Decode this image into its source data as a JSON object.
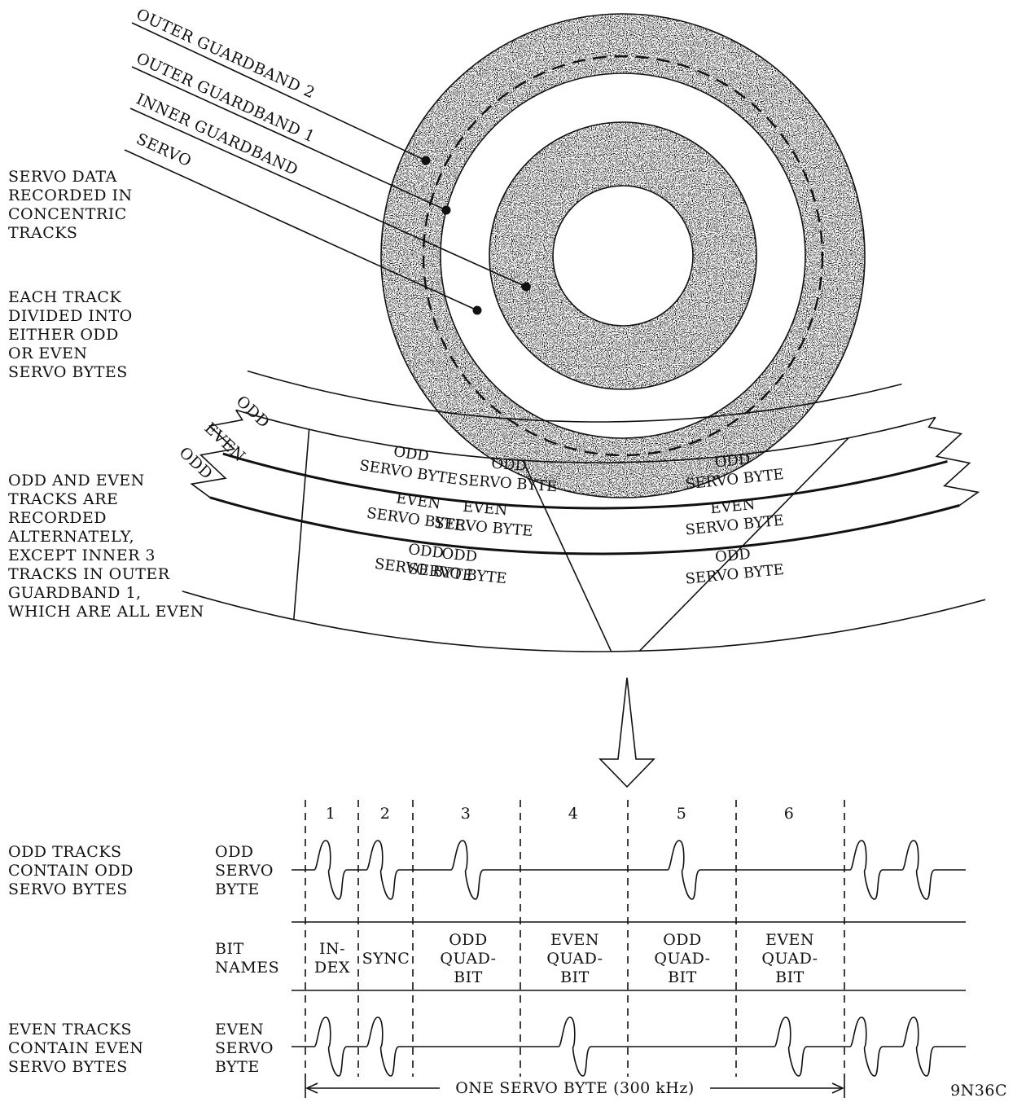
{
  "disk": {
    "callouts": [
      "OUTER GUARDBAND 2",
      "OUTER GUARDBAND 1",
      "INNER GUARDBAND",
      "SERVO"
    ]
  },
  "left_notes": {
    "servo_data": [
      "SERVO DATA",
      "RECORDED IN",
      "CONCENTRIC",
      "TRACKS"
    ],
    "each_track": [
      "EACH TRACK",
      "DIVIDED INTO",
      "EITHER ODD",
      "OR EVEN",
      "SERVO BYTES"
    ],
    "odd_even": [
      "ODD AND EVEN",
      "TRACKS ARE",
      "RECORDED",
      "ALTERNATELY,",
      "EXCEPT INNER 3",
      "TRACKS IN OUTER",
      "GUARDBAND 1,",
      "WHICH ARE ALL EVEN"
    ]
  },
  "strip": {
    "track_labels": [
      "ODD",
      "EVEN",
      "ODD"
    ],
    "cells": [
      [
        "ODD",
        "SERVO  BYTE"
      ],
      [
        "EVEN",
        "SERVO  BYTE"
      ],
      [
        "ODD",
        "SERVO  BYTE"
      ],
      [
        "ODD",
        "SERVO  BYTE"
      ],
      [
        "EVEN",
        "SERVO  BYTE"
      ],
      [
        "ODD",
        "SERVO  BYTE"
      ],
      [
        "ODD",
        "SERVO  BYTE"
      ],
      [
        "EVEN",
        "SERVO  BYTE"
      ],
      [
        "ODD",
        "SERVO  BYTE"
      ]
    ]
  },
  "timing": {
    "bit_numbers": [
      "1",
      "2",
      "3",
      "4",
      "5",
      "6"
    ],
    "odd_tracks_note": [
      "ODD TRACKS",
      "CONTAIN ODD",
      "SERVO BYTES"
    ],
    "even_tracks_note": [
      "EVEN TRACKS",
      "CONTAIN EVEN",
      "SERVO BYTES"
    ],
    "odd_byte_label": [
      "ODD",
      "SERVO",
      "BYTE"
    ],
    "even_byte_label": [
      "EVEN",
      "SERVO",
      "BYTE"
    ],
    "bit_names_label": [
      "BIT",
      "NAMES"
    ],
    "bit_names": [
      [
        "IN-",
        "DEX"
      ],
      [
        "SYNC"
      ],
      [
        "ODD",
        "QUAD-",
        "BIT"
      ],
      [
        "EVEN",
        "QUAD-",
        "BIT"
      ],
      [
        "ODD",
        "QUAD-",
        "BIT"
      ],
      [
        "EVEN",
        "QUAD-",
        "BIT"
      ]
    ],
    "span_label": "ONE SERVO BYTE (300 kHz)"
  },
  "figure_id": "9N36C"
}
